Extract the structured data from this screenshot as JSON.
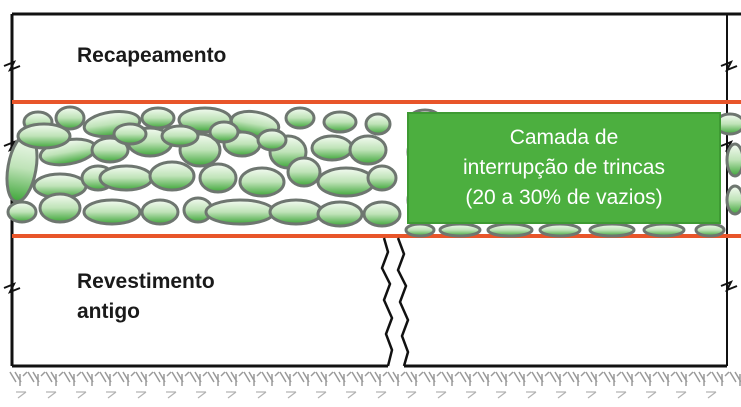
{
  "labels": {
    "top_layer": "Recapeamento",
    "bottom_layer_line1": "Revestimento",
    "bottom_layer_line2": "antigo"
  },
  "callout": {
    "line1": "Camada de",
    "line2": "interrupção de trincas",
    "line3": "(20 a 30% de vazios)"
  },
  "colors": {
    "layer_border": "#e8552a",
    "callout_bg": "#4caf3f",
    "stone_outline": "#6e7670",
    "stone_fill_top": "#f4fbf2",
    "stone_fill_bottom": "#3fa63a",
    "line": "#111111"
  }
}
